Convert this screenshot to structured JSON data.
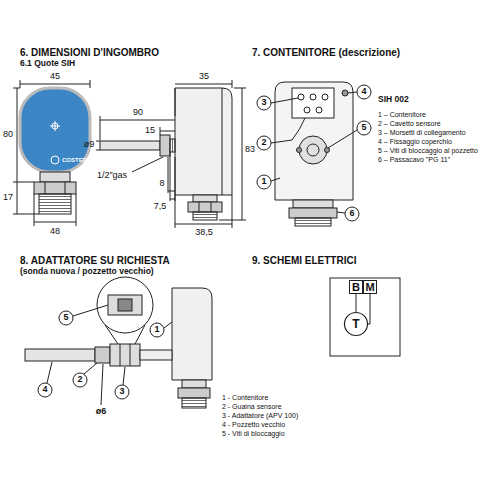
{
  "diagram": {
    "nodes": [
      {
        "text": [
          "B"
        ]
      },
      {
        "text": [
          "M"
        ]
      },
      {
        "text": [
          "T"
        ]
      }
    ],
    "edges": [
      {
        "from": 0,
        "to": 2,
        "arrow": "none"
      },
      {
        "from": 1,
        "to": 2,
        "arrow": "none"
      }
    ],
    "labels": [
      "6. DIMENSIONI D'INGOMBRO",
      "6.1 Quote SIH",
      "45",
      "80",
      "17",
      "48",
      "COSTER",
      "90",
      "15",
      "ø9",
      "1/2\"gas",
      "8",
      "7,5",
      "35",
      "83",
      "38,5",
      "7. CONTENITORE (descrizione)",
      "3",
      "4",
      "2",
      "5",
      "1",
      "6",
      "SIH 002",
      "1 – Contenitore",
      "2 – Cavetto sensore",
      "3 – Morsetti di collegamento",
      "4 – Fissaggio coperchio",
      "5 – Viti di bloccaggio al pozzetto",
      "6 – Passacavo \"PG 11\"",
      "8. ADATTATORE SU RICHIESTA",
      "(sonda nuova / pozzetto vecchio)",
      "5",
      "4",
      "2",
      "1",
      "3",
      "ø6",
      "1 - Contenitore",
      "2 - Guaina sensore",
      "3 - Adattatore (APV 100)",
      "4 - Pozzetto vecchio",
      "5 - Viti di bloccaggio",
      "9. SCHEMI ELETTRICI"
    ]
  }
}
